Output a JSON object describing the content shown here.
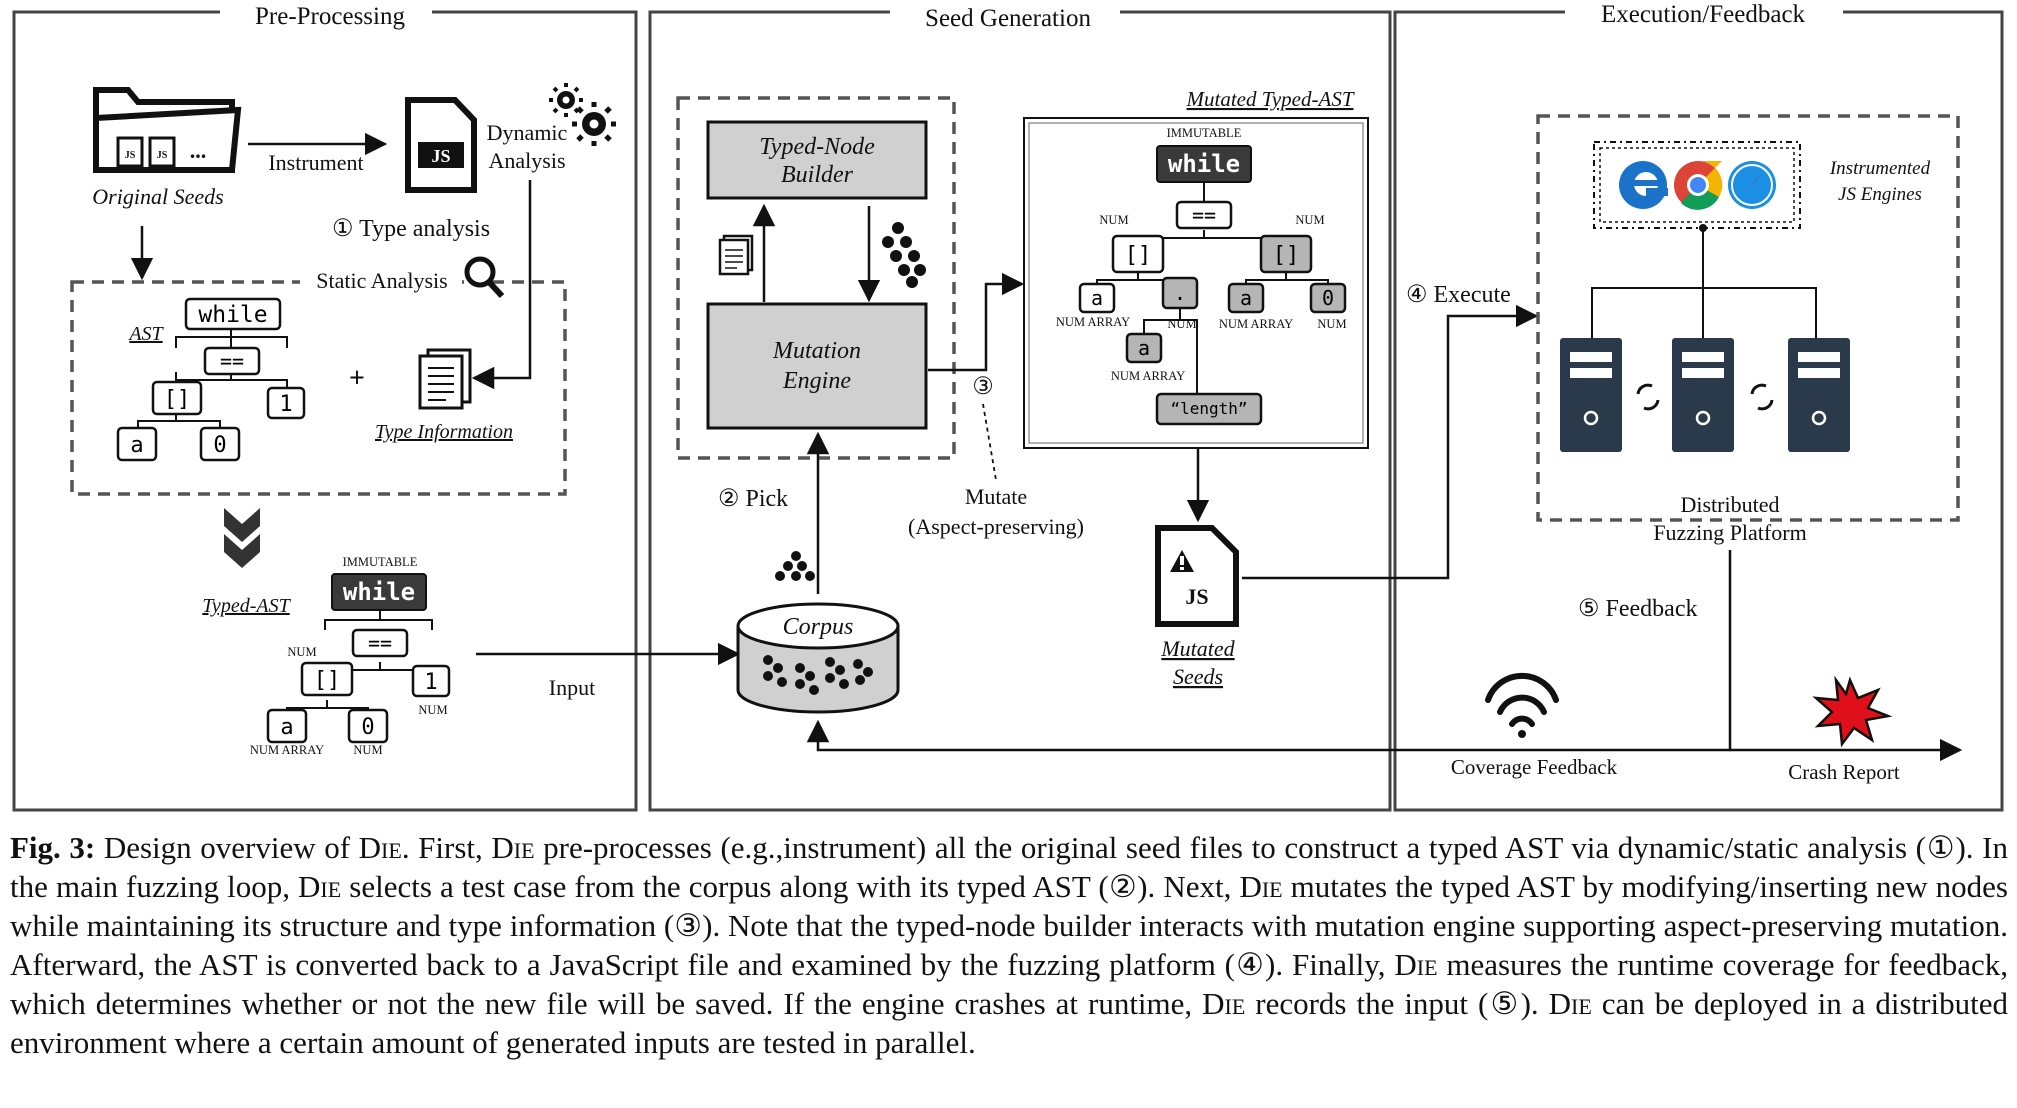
{
  "panels": {
    "preprocessing": "Pre-Processing",
    "seed_generation": "Seed Generation",
    "execution": "Execution/Feedback"
  },
  "preprocessing": {
    "original_seeds": "Original Seeds",
    "js_file_tag": "JS",
    "ellipsis": "...",
    "instrument": "Instrument",
    "dynamic": "Dynamic",
    "analysis": "Analysis",
    "step1": "① Type analysis",
    "static_analysis": "Static Analysis",
    "ast_label": "AST",
    "plus": "+",
    "type_information": "Type Information",
    "typed_ast_label": "Typed-AST",
    "input": "Input"
  },
  "ast": {
    "while": "while",
    "eq": "==",
    "index": "[]",
    "a": "a",
    "zero": "0",
    "one": "1",
    "dot": ".",
    "length": "“length”",
    "immutable": "IMMUTABLE",
    "num": "NUM",
    "num_array": "NUM ARRAY"
  },
  "seedgen": {
    "typed_node_builder_1": "Typed-Node",
    "typed_node_builder_2": "Builder",
    "mutation_engine_1": "Mutation",
    "mutation_engine_2": "Engine",
    "mutated_typed_ast": "Mutated Typed-AST",
    "step2": "② Pick",
    "step3": "③",
    "mutate": "Mutate",
    "aspect": "(Aspect-preserving)",
    "corpus": "Corpus",
    "mutated_seeds_1": "Mutated",
    "mutated_seeds_2": "Seeds",
    "js_tag": "JS"
  },
  "execution": {
    "instrumented_1": "Instrumented",
    "instrumented_2": "JS Engines",
    "step4": "④ Execute",
    "distributed_1": "Distributed",
    "distributed_2": "Fuzzing Platform",
    "step5": "⑤ Feedback",
    "coverage_feedback": "Coverage Feedback",
    "crash_report": "Crash Report"
  },
  "caption": {
    "label": "Fig. 3:",
    "p1": " Design overview of ",
    "die": "Die",
    "p2": ". First, ",
    "p3": " pre-processes (e.g.,instrument) all the original seed files to construct a typed AST via dynamic/static analysis (①). In the main fuzzing loop, ",
    "p4": " selects a test case from the corpus along with its typed AST (②). Next, ",
    "p5": " mutates the typed AST by modifying/inserting new nodes while maintaining its structure and type information (③). Note that the typed-node builder interacts with mutation engine supporting aspect-preserving mutation. Afterward, the AST is converted back to a JavaScript file and examined by the fuzzing platform (④). Finally, ",
    "p6": " measures the runtime coverage for feedback, which determines whether or not the new file will be saved. If the engine crashes at runtime, ",
    "p7": " records the input (⑤). ",
    "p8": " can be deployed in a distributed environment where a certain amount of generated inputs are tested in parallel."
  },
  "colors": {
    "ink": "#111111",
    "panel_border": "#444444",
    "node_dark": "#3a3a3a",
    "node_gray": "#b5b5b5",
    "box_fill": "#d0d0d0",
    "server": "#2b3a4a",
    "edge_blue": "#1a73c9",
    "crash_red": "#e0101a"
  }
}
